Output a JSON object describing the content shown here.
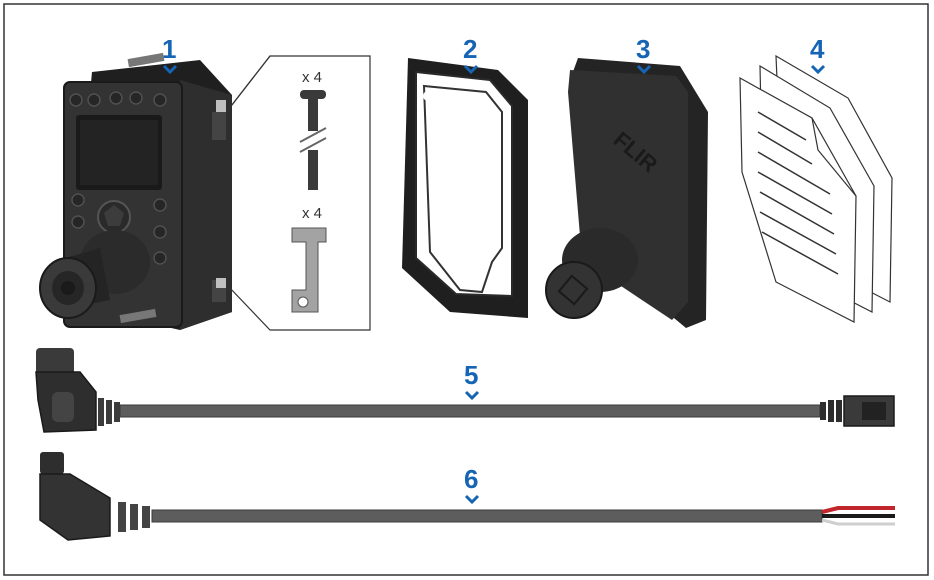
{
  "colors": {
    "accent": "#1565b4",
    "part_dark": "#2b2b2b",
    "part_mid": "#3a3a3a",
    "cable": "#5d5d5d",
    "frame": "#333333",
    "metal": "#9a9a9a"
  },
  "items": [
    {
      "number": "1",
      "qty_labels": [
        "x 4",
        "x 4"
      ]
    },
    {
      "number": "2"
    },
    {
      "number": "3",
      "logo_text": "FLIR"
    },
    {
      "number": "4"
    },
    {
      "number": "5"
    },
    {
      "number": "6"
    }
  ]
}
